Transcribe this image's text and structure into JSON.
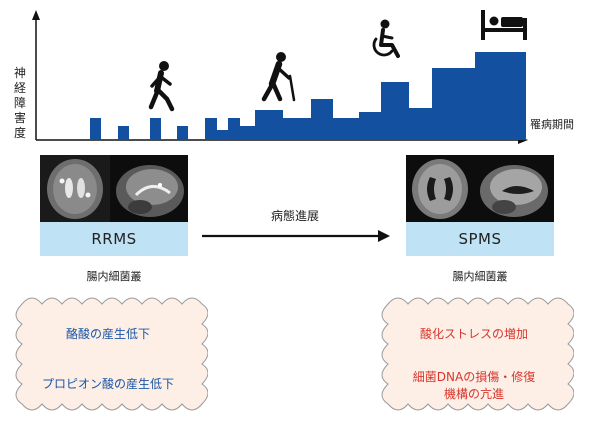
{
  "diagram": {
    "y_axis_label": [
      "神",
      "経",
      "障",
      "害",
      "度"
    ],
    "x_axis_label": "罹病期間",
    "progression_label": "病態進展",
    "left_stage": {
      "name": "RRMS",
      "microbiome_label": "腸内細菌叢",
      "effects": [
        "酪酸の産生低下",
        "プロピオン酸の産生低下"
      ],
      "effect_color": "#1a56a6"
    },
    "right_stage": {
      "name": "SPMS",
      "microbiome_label": "腸内細菌叢",
      "effects": [
        "酸化ストレスの増加",
        "細菌DNAの損傷・修復",
        "機構の亢進"
      ],
      "effect_color": "#d8362c"
    },
    "icons": [
      "walking-person-icon",
      "person-with-cane-icon",
      "wheelchair-icon",
      "bedridden-icon"
    ],
    "colors": {
      "bars": "#1450a0",
      "stage_box": "#bfe3f5",
      "cloud_fill": "#fdeee6",
      "cloud_stroke": "#9a9a9a",
      "arrow": "#111111"
    }
  }
}
